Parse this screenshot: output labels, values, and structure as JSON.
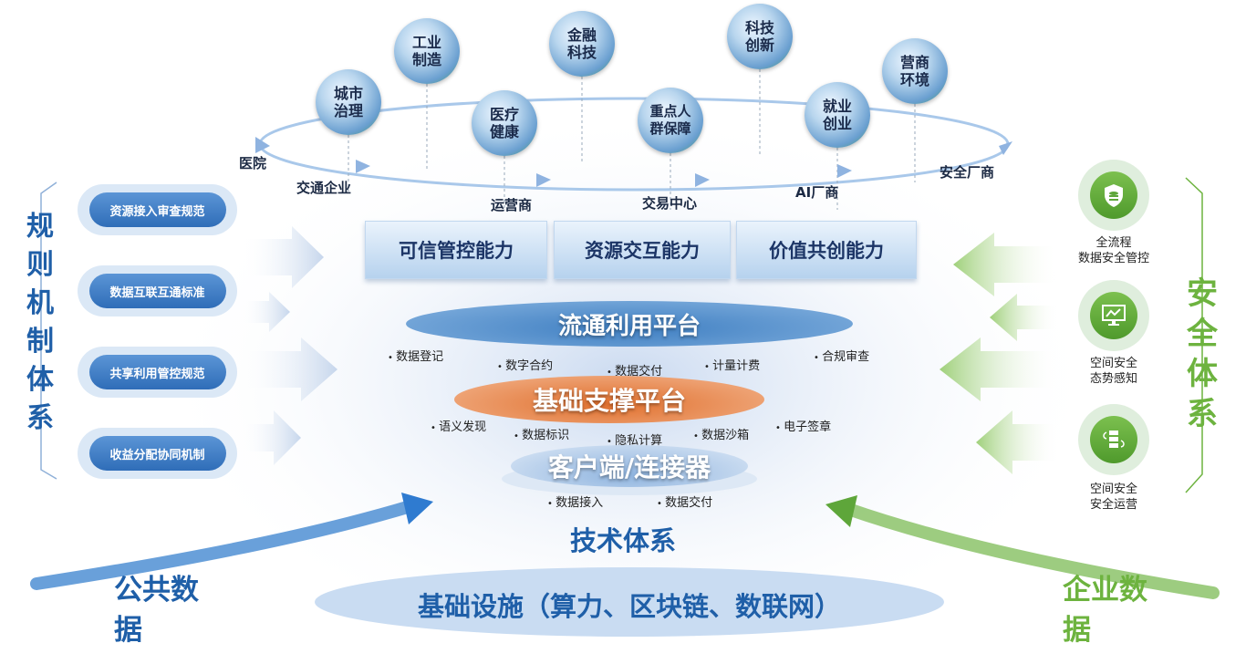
{
  "scenarios": [
    "城市\n治理",
    "工业\n制造",
    "医疗\n健康",
    "金融\n科技",
    "重点人\n群保障",
    "科技\n创新",
    "就业\n创业",
    "营商\n环境"
  ],
  "ring_labels": [
    "医院",
    "交通企业",
    "运营商",
    "交易中心",
    "AI厂商",
    "安全厂商"
  ],
  "left_title": "规则机制体系",
  "left_title_chars": [
    "规",
    "则",
    "机",
    "制",
    "体",
    "系"
  ],
  "rules": [
    "资源接入审查规范",
    "数据互联互通标准",
    "共享利用管控规范",
    "收益分配协同机制"
  ],
  "capabilities": [
    "可信管控能力",
    "资源交互能力",
    "价值共创能力"
  ],
  "platforms": {
    "circulation": {
      "title": "流通利用平台",
      "items": [
        "数据登记",
        "数字合约",
        "数据交付",
        "计量计费",
        "合规审查"
      ]
    },
    "support": {
      "title": "基础支撑平台",
      "items": [
        "语义发现",
        "数据标识",
        "隐私计算",
        "数据沙箱",
        "电子签章"
      ]
    },
    "client": {
      "title": "客户端/连接器",
      "items": [
        "数据接入",
        "数据交付"
      ]
    }
  },
  "tech_system": "技术体系",
  "infrastructure": "基础设施（算力、区块链、数联网）",
  "public_data": "公共数据",
  "enterprise_data": "企业数据",
  "right_title_chars": [
    "安",
    "全",
    "体",
    "系"
  ],
  "security": [
    "全流程\n数据安全管控",
    "空间安全\n态势感知",
    "空间安全\n安全运营"
  ],
  "colors": {
    "blue": "#1f5fa8",
    "green": "#6db33f",
    "orange": "#e8793a"
  }
}
